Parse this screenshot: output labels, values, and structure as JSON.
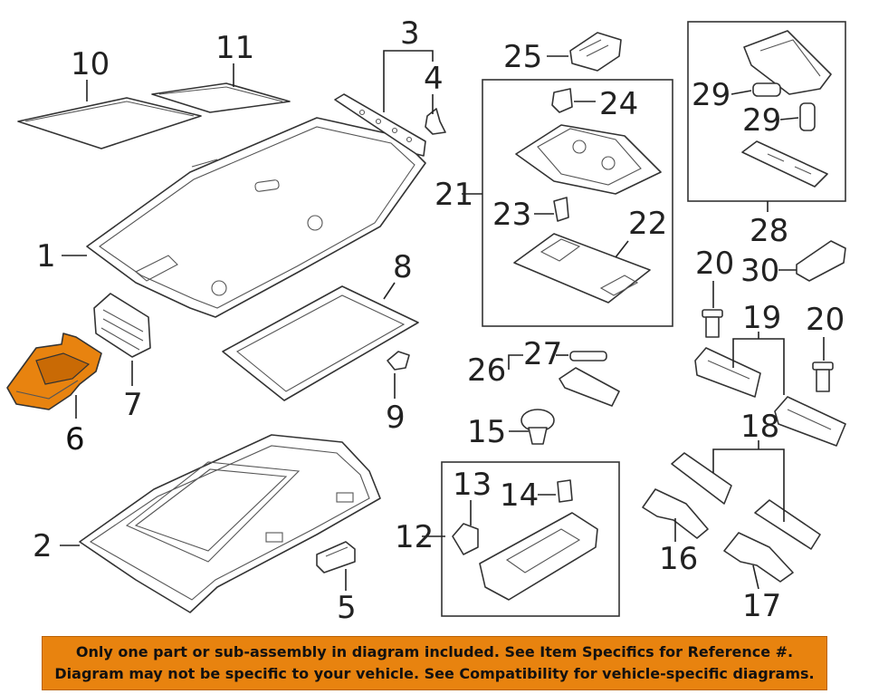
{
  "callouts": {
    "c1": "1",
    "c2": "2",
    "c3": "3",
    "c4": "4",
    "c5": "5",
    "c6": "6",
    "c7": "7",
    "c8": "8",
    "c9": "9",
    "c10": "10",
    "c11": "11",
    "c12": "12",
    "c13": "13",
    "c14": "14",
    "c15": "15",
    "c16": "16",
    "c17": "17",
    "c18": "18",
    "c19": "19",
    "c20a": "20",
    "c20b": "20",
    "c21": "21",
    "c22": "22",
    "c23": "23",
    "c24": "24",
    "c25": "25",
    "c26": "26",
    "c27": "27",
    "c28": "28",
    "c29a": "29",
    "c29b": "29",
    "c30": "30"
  },
  "highlighted_part": "6",
  "colors": {
    "highlight": "#e8830f",
    "banner": "#e8830f",
    "line": "#333333"
  },
  "disclaimer": {
    "line1": "Only one part or sub-assembly in diagram included. See Item Specifics for Reference #.",
    "line2": "Diagram may not be specific to your vehicle. See Compatibility for vehicle-specific diagrams."
  }
}
